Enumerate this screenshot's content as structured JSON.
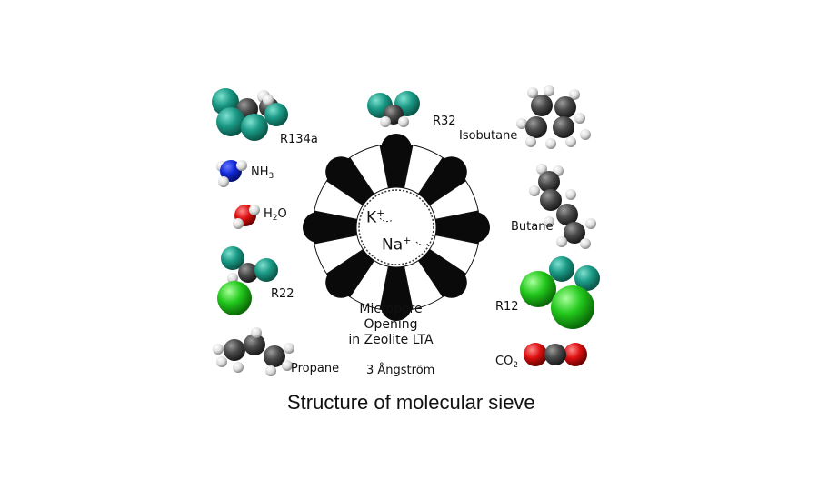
{
  "molecules": {
    "r134a": "R134a",
    "nh3": {
      "base": "NH",
      "sub": "3"
    },
    "h2o": {
      "base": "H",
      "sub": "2",
      "tail": "O"
    },
    "r22": "R22",
    "propane": "Propane",
    "r32": "R32",
    "isobutane": "Isobutane",
    "butane": "Butane",
    "r12": "R12",
    "co2": {
      "base": "CO",
      "sub": "2"
    }
  },
  "zeolite": {
    "cation_k": "K",
    "cation_na": "Na",
    "plus": "+",
    "line1": "Micropore",
    "line2": "Opening",
    "line3": "in Zeolite LTA",
    "size": "3 Ångström"
  },
  "caption": "Structure of molecular sieve",
  "colors": {
    "fluorine": "#1a9a86",
    "carbon": "#4a4a4a",
    "hydrogen": "#e6e6e6",
    "nitrogen": "#1028d8",
    "oxygen": "#dd1010",
    "chlorine": "#22c81c",
    "ring_dark": "#0a0a0a"
  }
}
